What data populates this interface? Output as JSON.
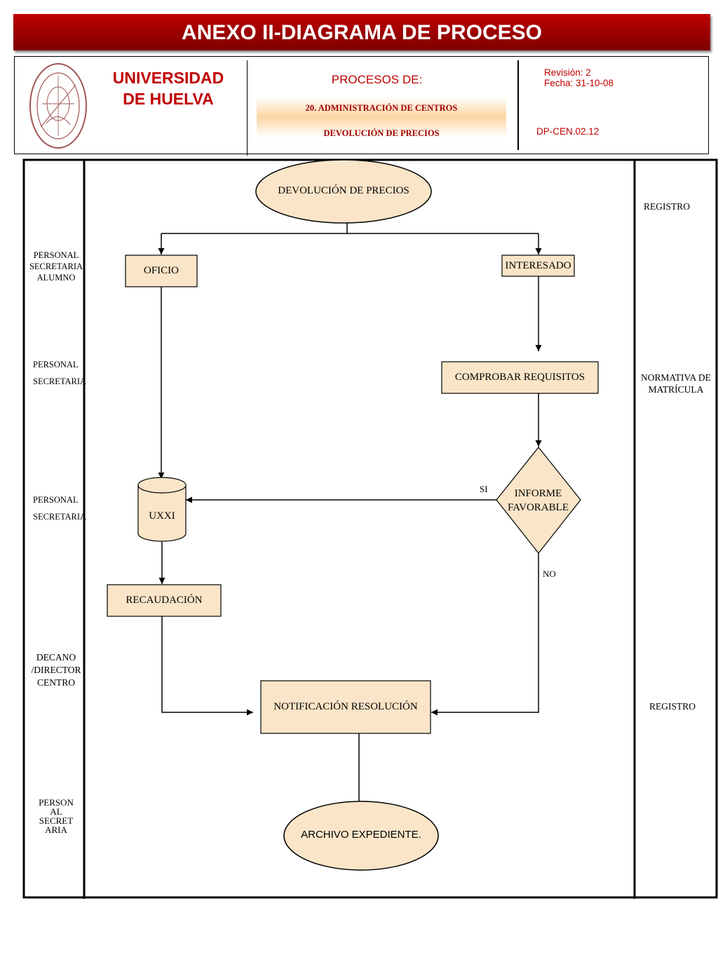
{
  "header": {
    "title": "ANEXO II-DIAGRAMA DE PROCESO",
    "university_line1": "UNIVERSIDAD",
    "university_line2": "DE HUELVA",
    "processes_label": "PROCESOS DE:",
    "process_line1": "20. ADMINISTRACIÓN DE CENTROS",
    "process_line2": "DEVOLUCIÓN DE PRECIOS",
    "revision": "Revisión: 2",
    "date": "Fecha:  31-10-08",
    "code": "DP-CEN.02.12",
    "seal_icon": "university-seal"
  },
  "lanes_left": [
    {
      "lines": [
        "PERSONAL",
        "SECRETARIA",
        "ALUMNO"
      ]
    },
    {
      "lines": [
        "PERSONAL",
        "SECRETARIA"
      ]
    },
    {
      "lines": [
        "PERSONAL",
        "SECRETARIA"
      ]
    },
    {
      "lines": [
        "DECANO",
        "/DIRECTOR",
        "CENTRO"
      ]
    },
    {
      "lines": [
        "PERSON",
        "AL",
        "SECRET",
        "ARIA"
      ]
    }
  ],
  "lanes_right": {
    "registro_top": "REGISTRO",
    "normativa_line1": "NORMATIVA DE",
    "normativa_line2": "MATRÍCULA",
    "registro_bottom": "REGISTRO"
  },
  "nodes": {
    "start": "DEVOLUCIÓN DE  PRECIOS",
    "oficio": "OFICIO",
    "interesado": "INTERESADO",
    "comprobar": "COMPROBAR REQUISITOS",
    "informe_line1": "INFORME",
    "informe_line2": "FAVORABLE",
    "uxxi": "UXXI",
    "recaudacion": "RECAUDACIÓN",
    "notificacion": "NOTIFICACIÓN  RESOLUCIÓN",
    "archivo": "ARCHIVO EXPEDIENTE."
  },
  "edge_labels": {
    "yes": "SI",
    "no": "NO"
  },
  "colors": {
    "banner": "#a00000",
    "accent_text": "#c00000",
    "node_fill": "#fbe5c8"
  }
}
